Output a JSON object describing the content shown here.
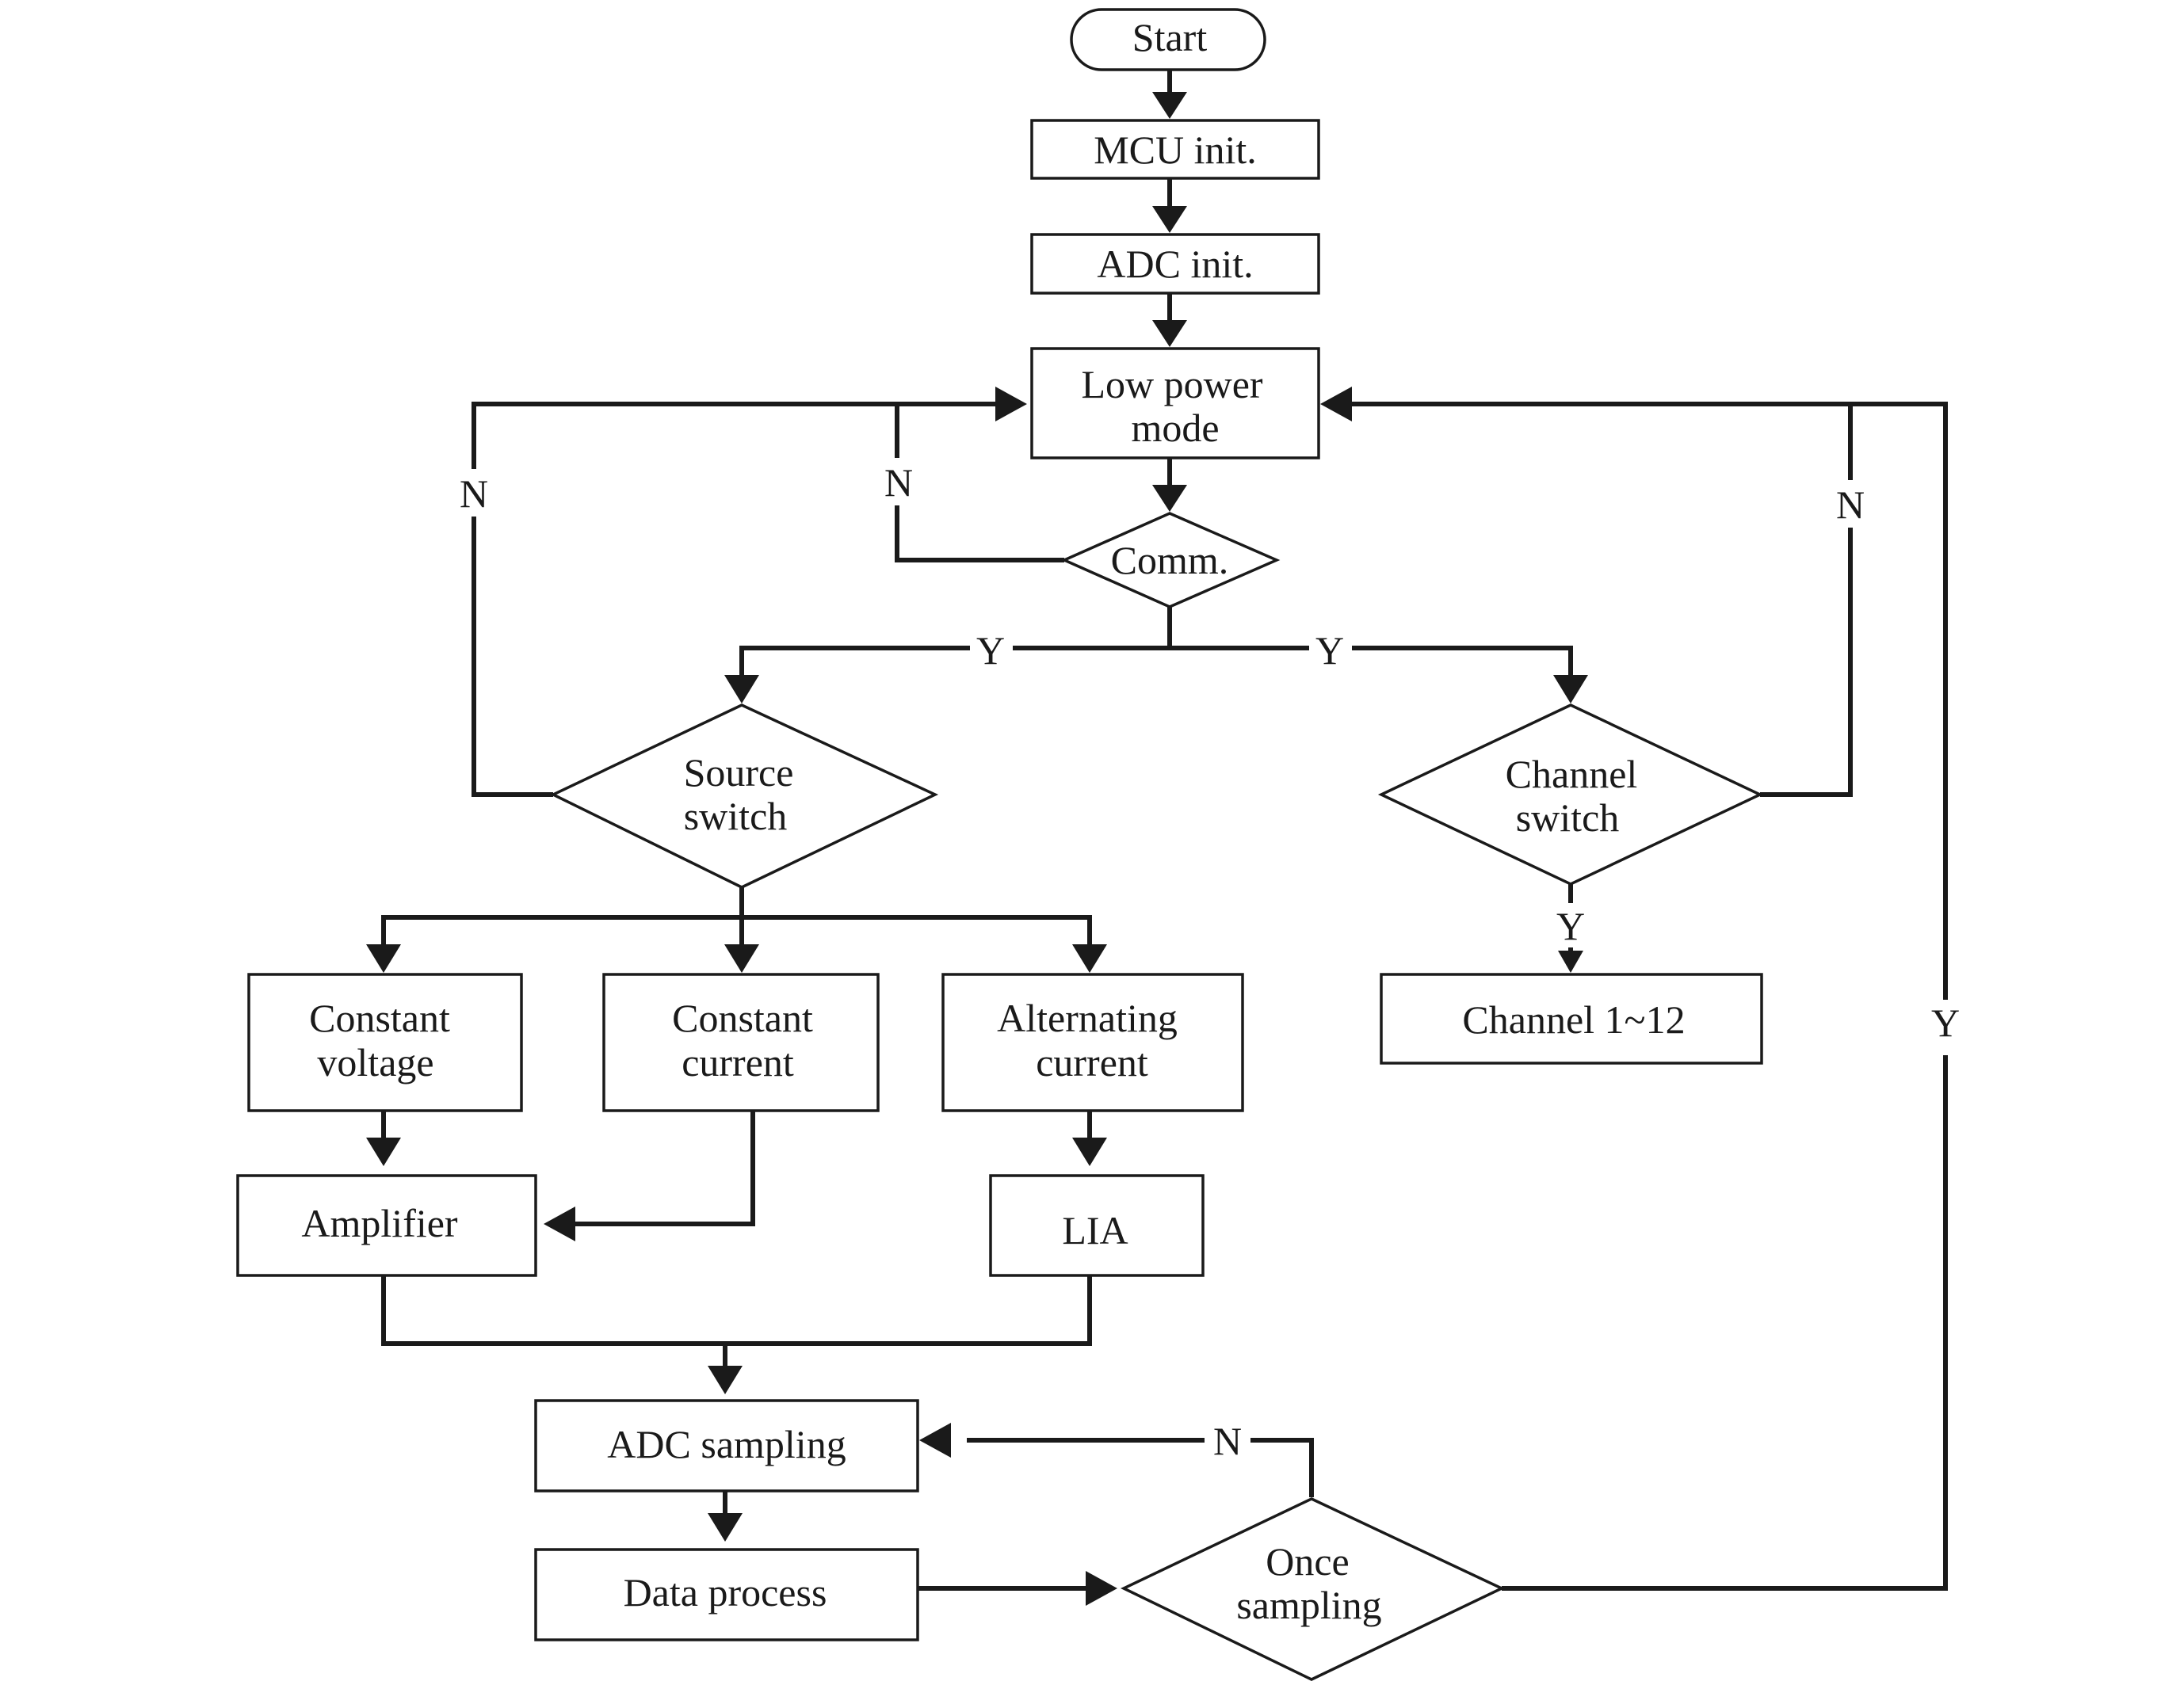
{
  "nodes": {
    "start": {
      "line1": "Start",
      "line2": ""
    },
    "mcu_init": {
      "line1": "MCU init.",
      "line2": ""
    },
    "adc_init": {
      "line1": "ADC init.",
      "line2": ""
    },
    "low_power": {
      "line1": "Low power",
      "line2": "mode"
    },
    "comm": {
      "line1": "Comm.",
      "line2": ""
    },
    "source_switch": {
      "line1": "Source",
      "line2": "switch"
    },
    "channel_switch": {
      "line1": "Channel",
      "line2": "switch"
    },
    "constant_voltage": {
      "line1": "Constant",
      "line2": "voltage"
    },
    "constant_current": {
      "line1": "Constant",
      "line2": "current"
    },
    "alternating_current": {
      "line1": "Alternating",
      "line2": "current"
    },
    "channel_1_12": {
      "line1": "Channel 1~12",
      "line2": ""
    },
    "amplifier": {
      "line1": "Amplifier",
      "line2": ""
    },
    "lia": {
      "line1": "LIA",
      "line2": ""
    },
    "adc_sampling": {
      "line1": "ADC sampling",
      "line2": ""
    },
    "data_process": {
      "line1": "Data process",
      "line2": ""
    },
    "once_sampling": {
      "line1": "Once",
      "line2": "sampling"
    }
  },
  "edge_labels": {
    "source_no": "N",
    "comm_no": "N",
    "channel_no": "N",
    "comm_yes_left": "Y",
    "comm_yes_right": "Y",
    "channel_yes": "Y",
    "once_yes": "Y",
    "once_no": "N"
  }
}
